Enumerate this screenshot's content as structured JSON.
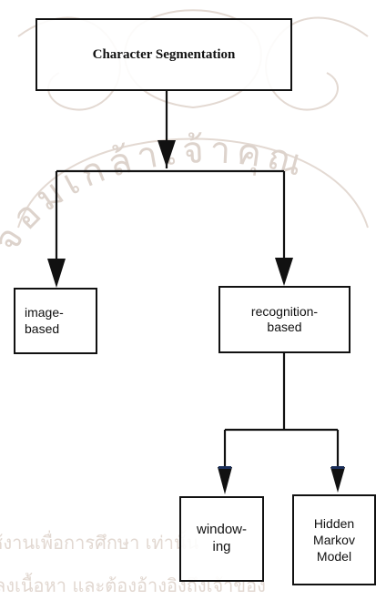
{
  "diagram": {
    "root": {
      "label": "Character Segmentation"
    },
    "image_based": {
      "label": "image-\nbased"
    },
    "recognition_based": {
      "label": "recognition-\nbased"
    },
    "windowing": {
      "label": "window-\ning"
    },
    "hmm": {
      "label": "Hidden\nMarkov\nModel"
    }
  },
  "watermark": {
    "arc_text": "จอมเกล้าเจ้าคุณ",
    "line_1": "ใช้งานเพื่อการศึกษา เท่านั้น",
    "line_2": "ลงเนื้อหา และต้องอ้างอิงถึงเจ้าของ",
    "color": "#d9cfc8"
  },
  "colors": {
    "line": "#111111",
    "box_border": "#111111",
    "arrow_tip": "#1a2e5a"
  }
}
